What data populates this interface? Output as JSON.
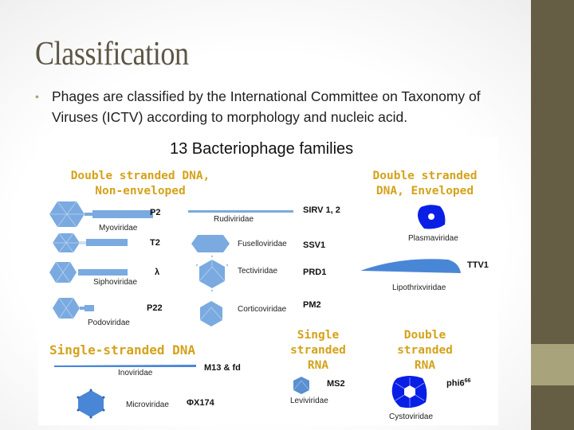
{
  "slide": {
    "title": "Classification",
    "bullets": [
      "Phages are classified by the International Committee on Taxonomy of Viruses (ICTV) according to morphology and nucleic acid."
    ],
    "colors": {
      "title": "#5d5646",
      "side_band": "#665d45",
      "side_stripe": "#a9a37b",
      "heading": "#d4a21a",
      "virion": "#7aaae0",
      "virion_dark": "#0a1fe6"
    }
  },
  "figure": {
    "title": "13 Bacteriophage families",
    "groups": {
      "dsdna_nonenv": {
        "heading": "Double stranded DNA, Non-enveloped",
        "heading_l1": "Double stranded DNA,",
        "heading_l2": "Non-enveloped",
        "families": [
          {
            "family": "Myoviridae",
            "examples": [
              "P2",
              "T2"
            ]
          },
          {
            "family": "Siphoviridae",
            "example": "λ"
          },
          {
            "family": "Podoviridae",
            "example": "P22"
          },
          {
            "family": "Rudiviridae",
            "example": "SIRV 1, 2"
          },
          {
            "family": "Fuselloviridae",
            "example": "SSV1"
          },
          {
            "family": "Tectiviridae",
            "example": "PRD1"
          },
          {
            "family": "Corticoviridae",
            "example": "PM2"
          }
        ]
      },
      "dsdna_env": {
        "heading_l1": "Double stranded",
        "heading_l2": "DNA, Enveloped",
        "families": [
          {
            "family": "Plasmaviridae",
            "example": ""
          },
          {
            "family": "Lipothrixviridae",
            "example": "TTV1"
          }
        ]
      },
      "ssdna": {
        "heading": "Single-stranded DNA",
        "families": [
          {
            "family": "Inoviridae",
            "example": "M13 & fd"
          },
          {
            "family": "Microviridae",
            "example": "ΦX174"
          }
        ]
      },
      "ssrna": {
        "heading_l1": "Single",
        "heading_l2": "stranded",
        "heading_l3": "RNA",
        "families": [
          {
            "family": "Leviviridae",
            "example": "MS2"
          }
        ]
      },
      "dsrna": {
        "heading_l1": "Double",
        "heading_l2": "stranded",
        "heading_l3": "RNA",
        "families": [
          {
            "family": "Cystoviridae",
            "example": "phi6",
            "superscript": "66"
          }
        ]
      }
    }
  }
}
